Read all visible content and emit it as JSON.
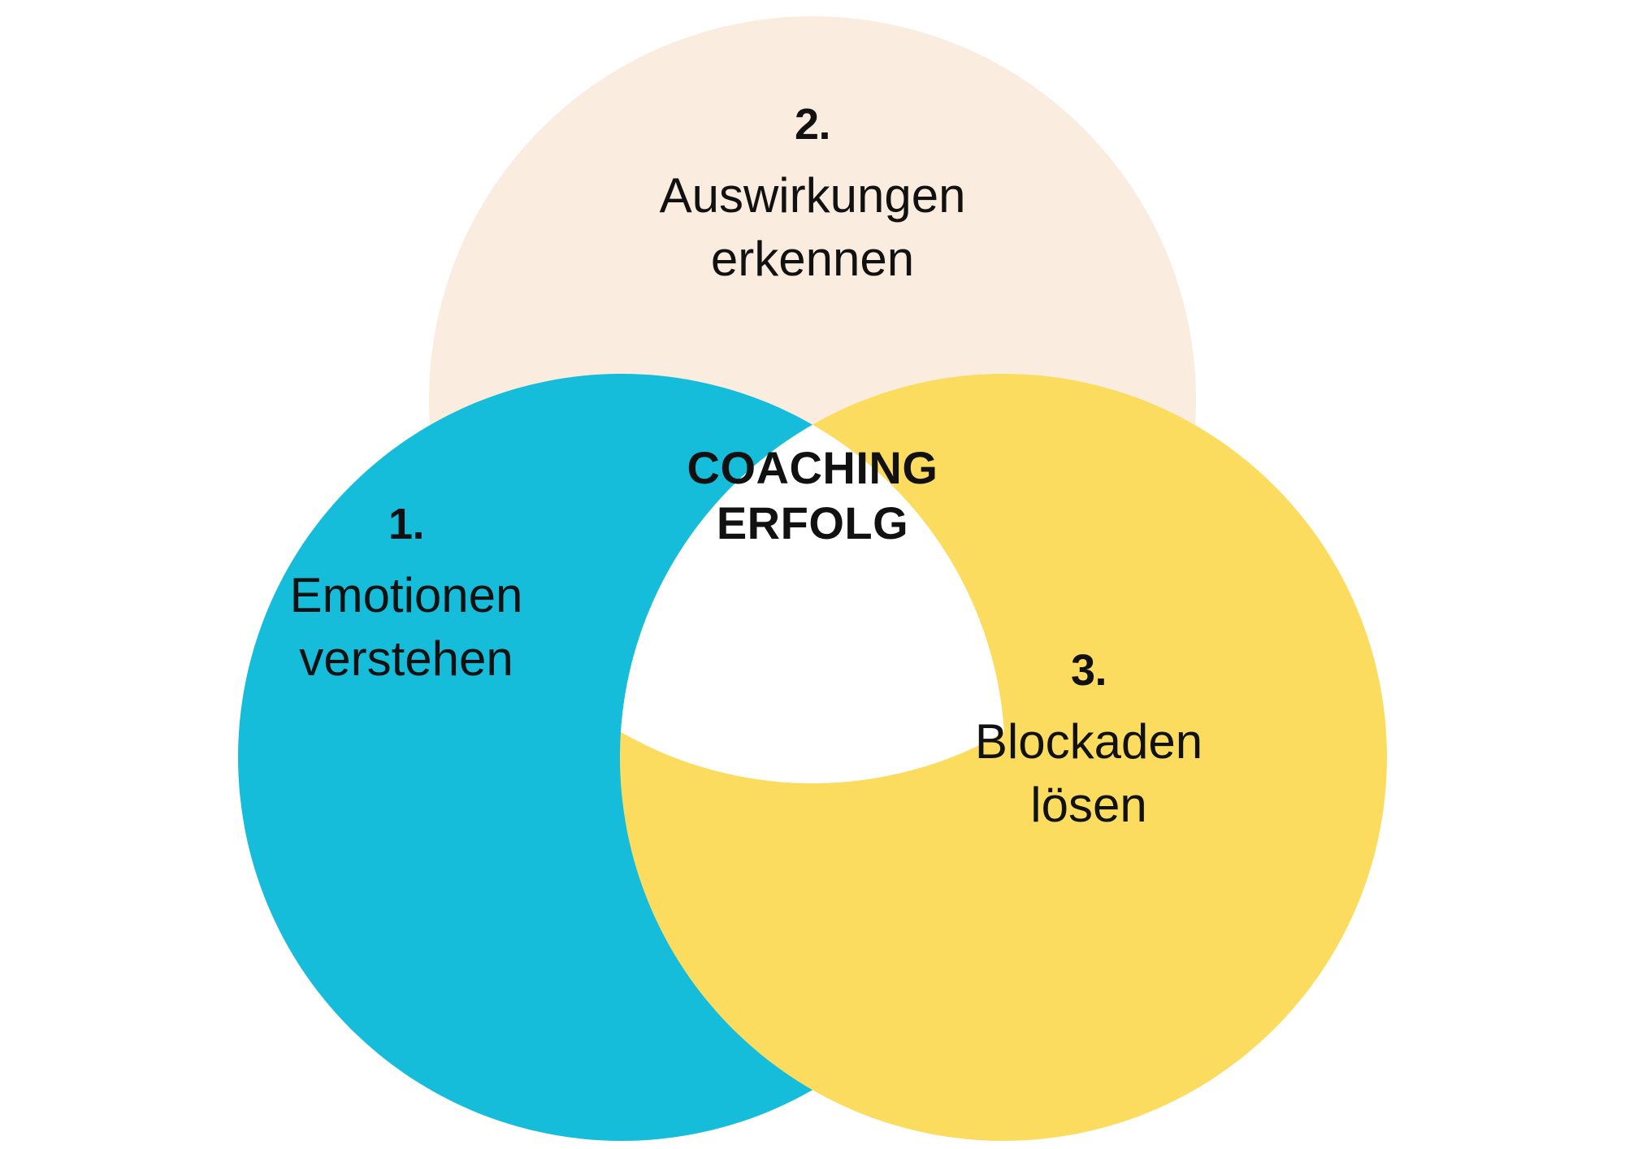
{
  "diagram": {
    "type": "venn-3-circle",
    "background_color": "#FFFFFF",
    "center": {
      "name": "coaching-success",
      "line1": "COACHING",
      "line2": "ERFOLG",
      "fill_color": "#FFFFFF",
      "text_color": "#111111"
    },
    "lobes": [
      {
        "id": "emotions",
        "index": "1.",
        "line1": "Emotionen",
        "line2": "verstehen",
        "fill_color": "#15BDDA",
        "position": "left"
      },
      {
        "id": "impact",
        "index": "2.",
        "line1": "Auswirkungen",
        "line2": "erkennen",
        "fill_color": "#FAEDDF",
        "position": "top"
      },
      {
        "id": "blockades",
        "index": "3.",
        "line1": "Blockaden",
        "line2": "lösen",
        "fill_color": "#FBDC5E",
        "position": "right"
      }
    ]
  }
}
